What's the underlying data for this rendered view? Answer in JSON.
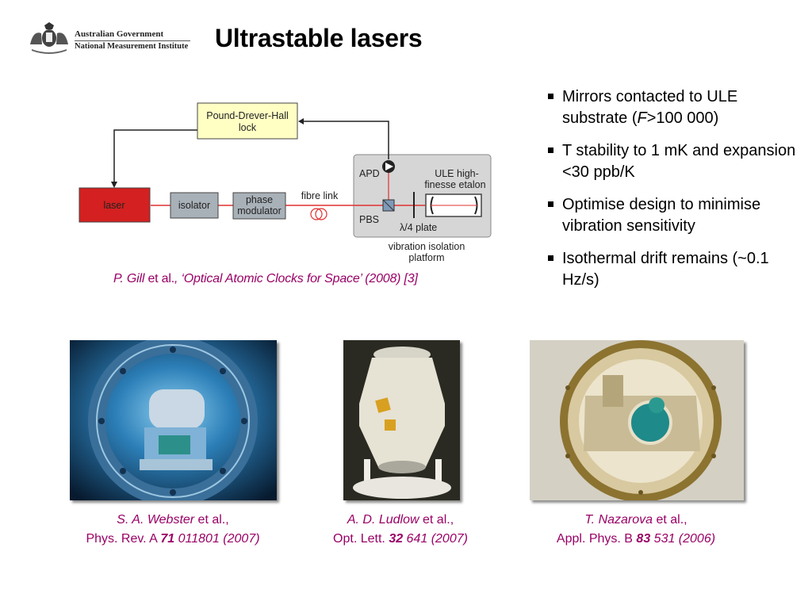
{
  "header": {
    "org_line1": "Australian Government",
    "org_line2": "National Measurement Institute",
    "title": "Ultrastable lasers"
  },
  "diagram": {
    "pdh_line1": "Pound-Drever-Hall",
    "pdh_line2": "lock",
    "laser": "laser",
    "isolator": "isolator",
    "phase_line1": "phase",
    "phase_line2": "modulator",
    "fibre": "fibre link",
    "apd": "APD",
    "pbs": "PBS",
    "plate": "λ/4 plate",
    "ule_line1": "ULE high-",
    "ule_line2": "finesse etalon",
    "platform_line1": "vibration isolation",
    "platform_line2": "platform",
    "colors": {
      "laser_box": "#d42020",
      "beam": "#e03030",
      "pdh_box": "#ffffc4",
      "grey_box": "#a9b1b8",
      "platform": "#d6d6d6"
    }
  },
  "main_citation": {
    "author": "P. Gill",
    "etal": " et al.",
    "title": ", ‘Optical Atomic Clocks for Space’ (2008) [3]"
  },
  "bullets": [
    {
      "before": "Mirrors contacted to ULE substrate (",
      "italic": "F",
      "after": ">100 000)"
    },
    {
      "before": "T stability to 1 mK and expansion <30 ppb/K",
      "italic": "",
      "after": ""
    },
    {
      "before": "Optimise design to minimise vibration sensitivity",
      "italic": "",
      "after": ""
    },
    {
      "before": "Isothermal drift remains (~0.1 Hz/s)",
      "italic": "",
      "after": ""
    }
  ],
  "references": [
    {
      "author": "S. A. Webster",
      "etal": " et al.,",
      "journal": "Phys. Rev. A ",
      "volume": "71",
      "pages": " 011801 (2007)"
    },
    {
      "author": "A. D. Ludlow",
      "etal": " et al.,",
      "journal": "Opt. Lett. ",
      "volume": "32",
      "pages": " 641 (2007)"
    },
    {
      "author": "T. Nazarova",
      "etal": " et al.,",
      "journal": "Appl. Phys. B ",
      "volume": "83",
      "pages": " 531 (2006)"
    }
  ],
  "accent_color": "#990066"
}
